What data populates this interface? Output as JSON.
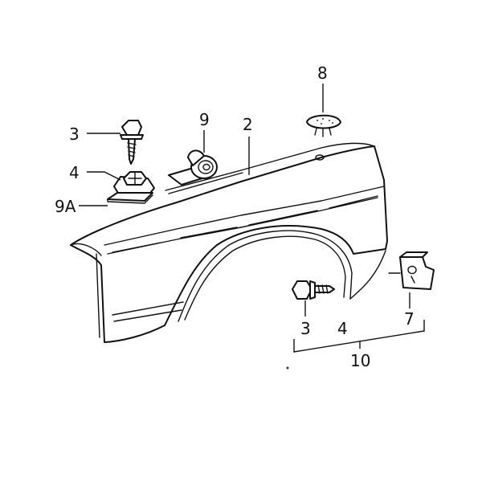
{
  "diagram": {
    "type": "exploded-parts-view",
    "labels": [
      {
        "id": "bolt-top",
        "text": "3"
      },
      {
        "id": "clip-nut",
        "text": "4"
      },
      {
        "id": "washer-plate",
        "text": "9A"
      },
      {
        "id": "sealing-tape",
        "text": "9"
      },
      {
        "id": "fender",
        "text": "2"
      },
      {
        "id": "plug",
        "text": "8"
      },
      {
        "id": "bolt-bottom",
        "text": "3"
      },
      {
        "id": "kit-clip",
        "text": "4"
      },
      {
        "id": "bracket",
        "text": "7"
      },
      {
        "id": "kit",
        "text": "10"
      }
    ]
  }
}
